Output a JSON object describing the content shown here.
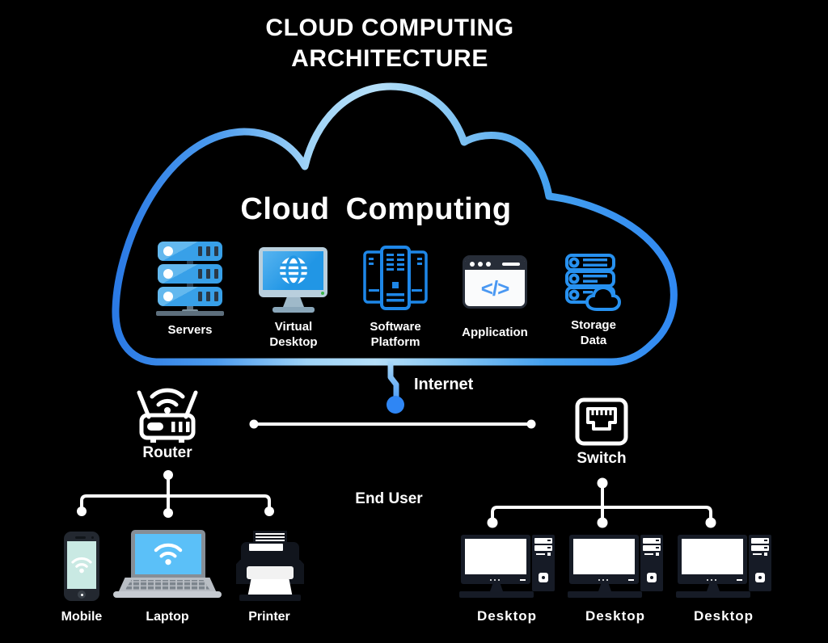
{
  "title": {
    "line1": "CLOUD COMPUTING",
    "line2": "ARCHITECTURE"
  },
  "cloud": {
    "heading": "Cloud Computing",
    "services": [
      {
        "name": "servers",
        "label": "Servers"
      },
      {
        "name": "virtual-desktop",
        "label": "Virtual Desktop"
      },
      {
        "name": "software-platform",
        "label": "Software Platform"
      },
      {
        "name": "application",
        "label": "Application",
        "code_glyph": "</>"
      },
      {
        "name": "storage-data",
        "label": "Storage Data"
      }
    ]
  },
  "network": {
    "internet": "Internet",
    "router": "Router",
    "switch": "Switch",
    "end_user": "End User"
  },
  "end_devices": {
    "router_side": [
      {
        "name": "mobile",
        "label": "Mobile"
      },
      {
        "name": "laptop",
        "label": "Laptop"
      },
      {
        "name": "printer",
        "label": "Printer"
      }
    ],
    "switch_side": [
      {
        "name": "desktop-1",
        "label": "Desktop"
      },
      {
        "name": "desktop-2",
        "label": "Desktop"
      },
      {
        "name": "desktop-3",
        "label": "Desktop"
      }
    ]
  },
  "colors": {
    "background": "#000000",
    "cloud_stroke_blue": "#2b7ce8",
    "cloud_stroke_light": "#b5dff8",
    "accent_blue": "#2791f0",
    "server_blue": "#3aa3ea",
    "screen_blue": "#5bc0f8",
    "phone_screen_mint": "#c9e9e3",
    "white": "#ffffff"
  }
}
